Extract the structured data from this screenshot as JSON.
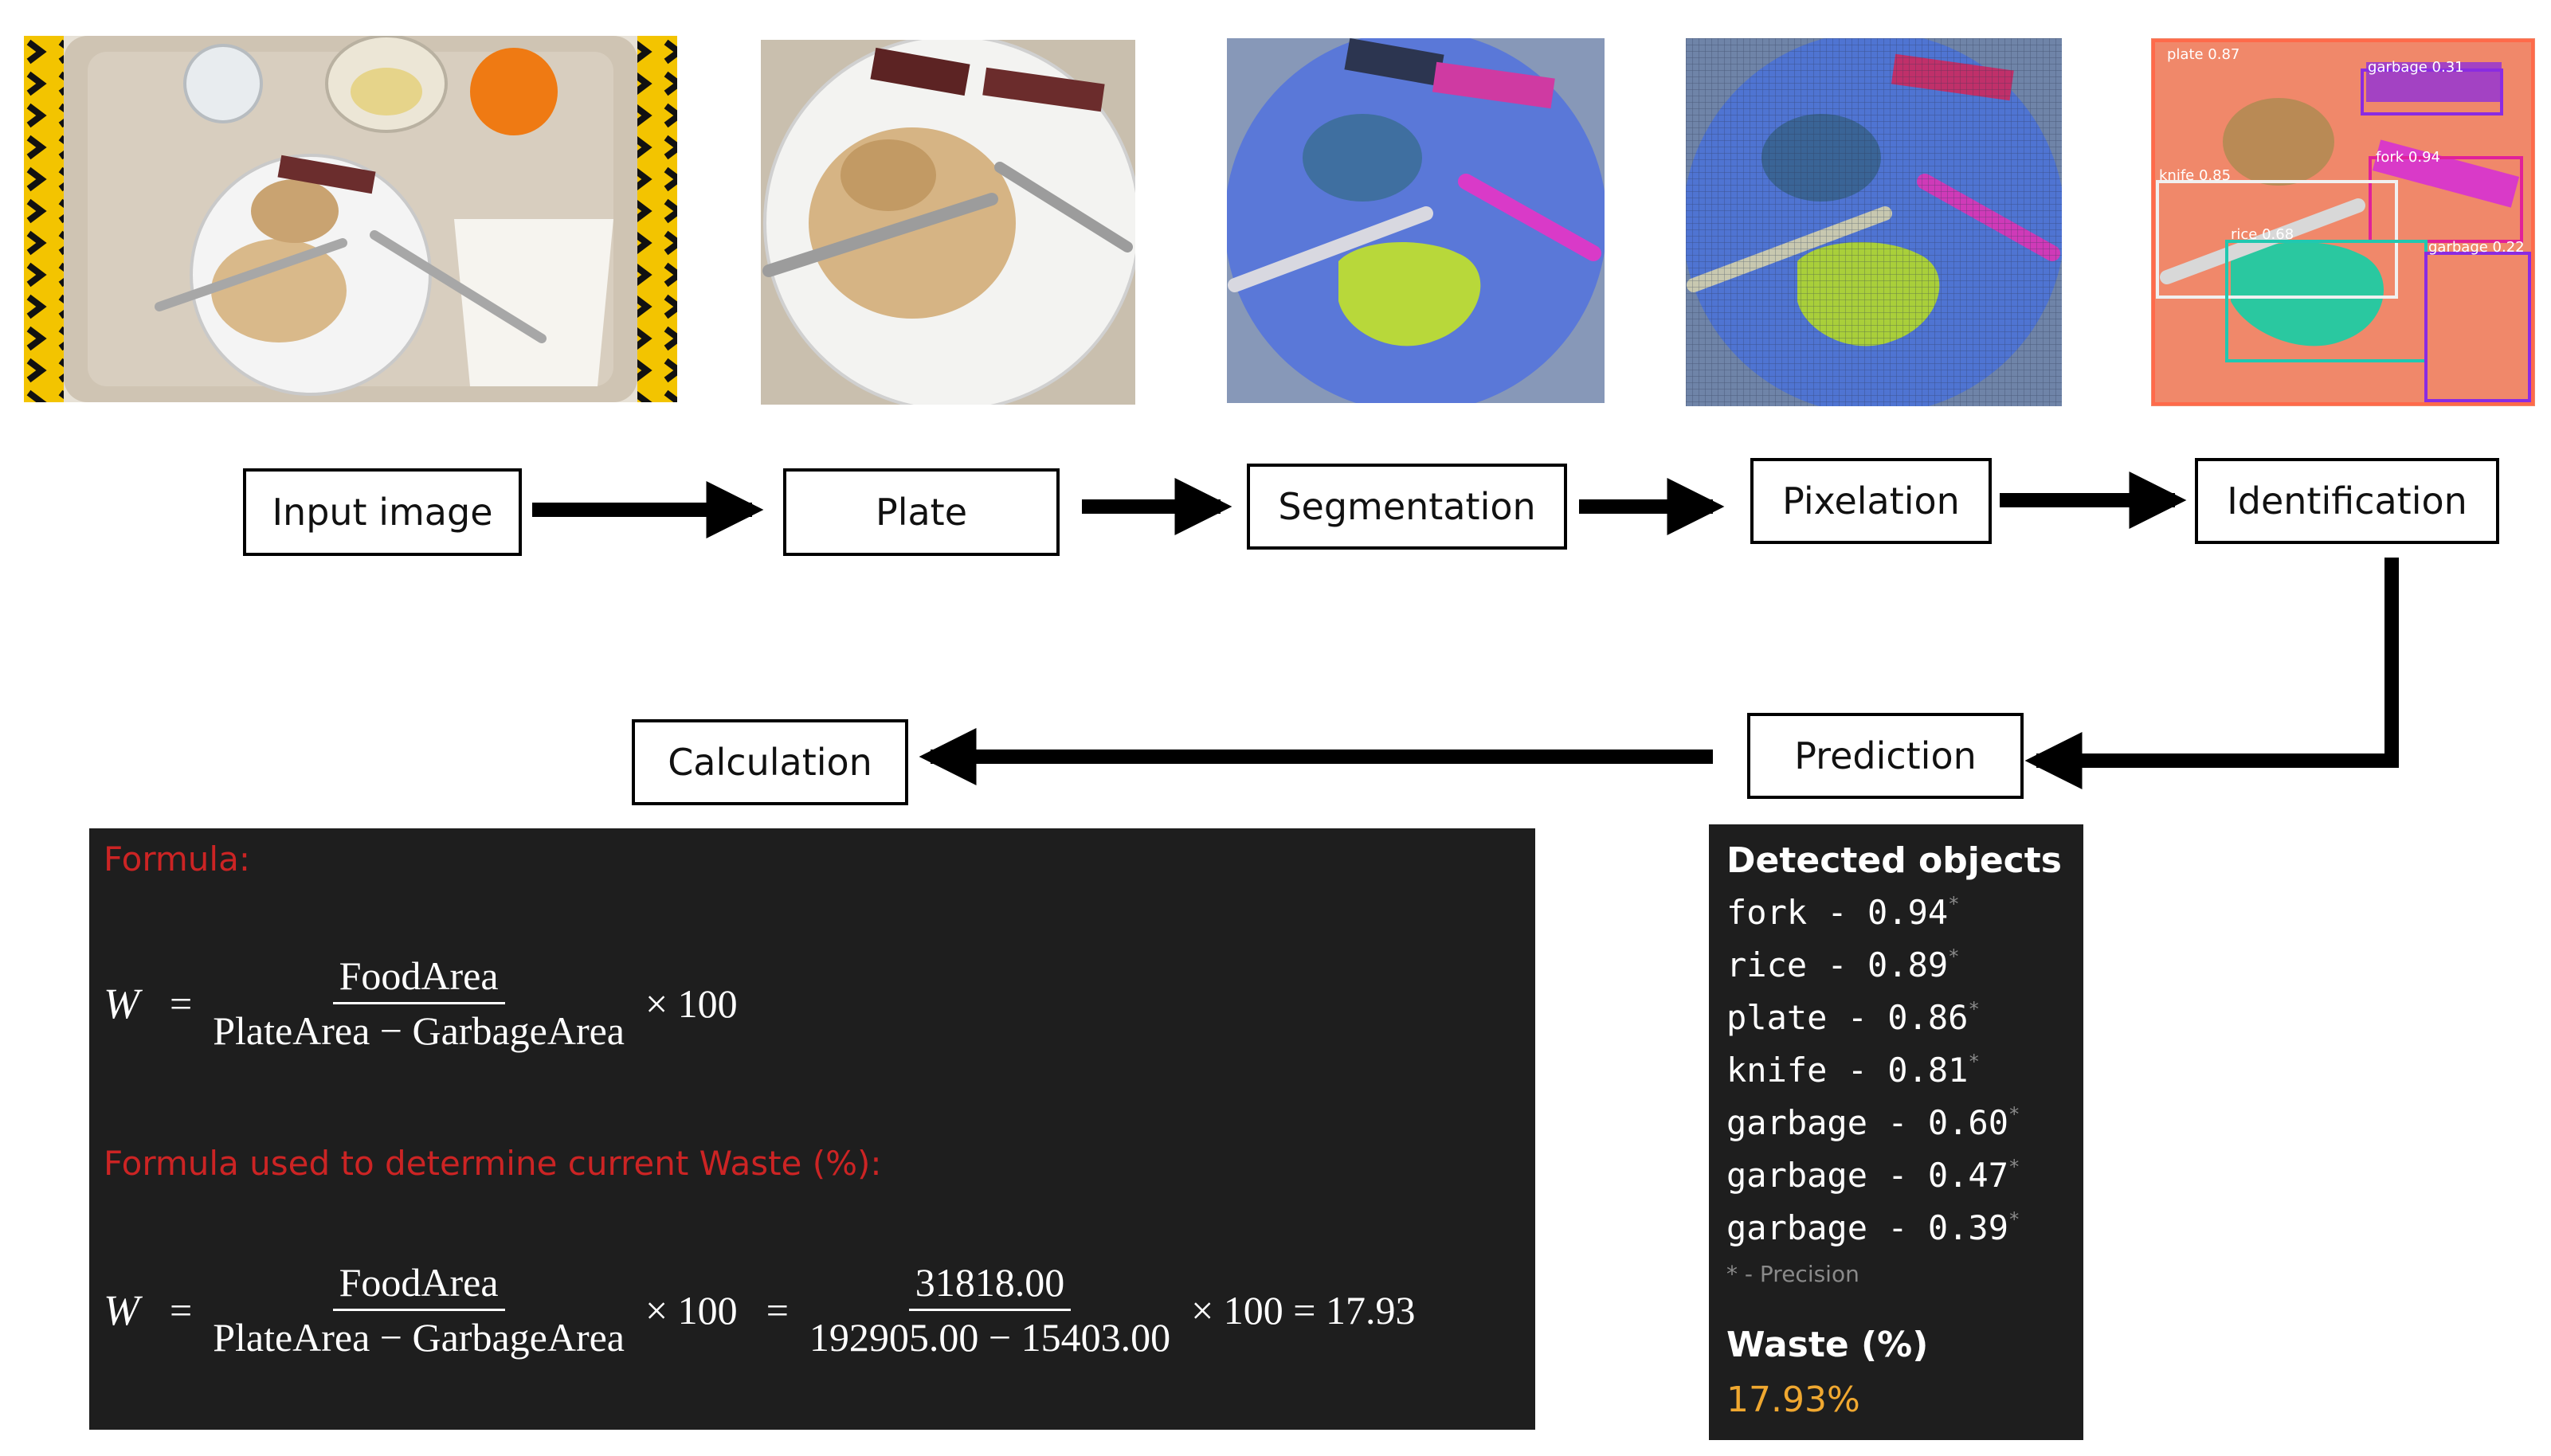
{
  "pipeline": {
    "input_image": "Input image",
    "plate": "Plate",
    "segmentation": "Segmentation",
    "pixelation": "Pixelation",
    "identification": "Identification",
    "prediction": "Prediction",
    "calculation": "Calculation"
  },
  "detection_labels": [
    {
      "label": "plate 0.87",
      "color": "#ff6a4a"
    },
    {
      "label": "garbage 0.31",
      "color": "#8a2be2"
    },
    {
      "label": "fork 0.94",
      "color": "#e0209a"
    },
    {
      "label": "knife 0.85",
      "color": "#f0f0f0"
    },
    {
      "label": "rice 0.68",
      "color": "#20c8b0"
    },
    {
      "label": "garbage 0.22",
      "color": "#8a2be2"
    }
  ],
  "formula": {
    "label": "Formula:",
    "variable": "W",
    "equals": "=",
    "numerator": "FoodArea",
    "denominator": "PlateArea − GarbageArea",
    "times": "× 100",
    "used_label": "Formula used to determine current Waste (%):",
    "num_value": "31818.00",
    "den_value": "192905.00 − 15403.00",
    "result": "× 100 = 17.93"
  },
  "detected": {
    "title": "Detected objects",
    "items": [
      {
        "text": "fork - 0.94"
      },
      {
        "text": "rice - 0.89"
      },
      {
        "text": "plate - 0.86"
      },
      {
        "text": "knife - 0.81"
      },
      {
        "text": "garbage - 0.60"
      },
      {
        "text": "garbage - 0.47"
      },
      {
        "text": "garbage - 0.39"
      }
    ],
    "star": "*",
    "precision_note": "* - Precision",
    "waste_title": "Waste (%)",
    "waste_value": "17.93%"
  },
  "colors": {
    "red_label": "#cc2424",
    "waste_value": "#f0a830",
    "panel_bg": "#1e1e1e",
    "segmentation_blue": "#5a78d8",
    "fork_magenta": "#d93ac8",
    "rice_green": "#b8d83a",
    "identification_orange": "#f0886a"
  }
}
